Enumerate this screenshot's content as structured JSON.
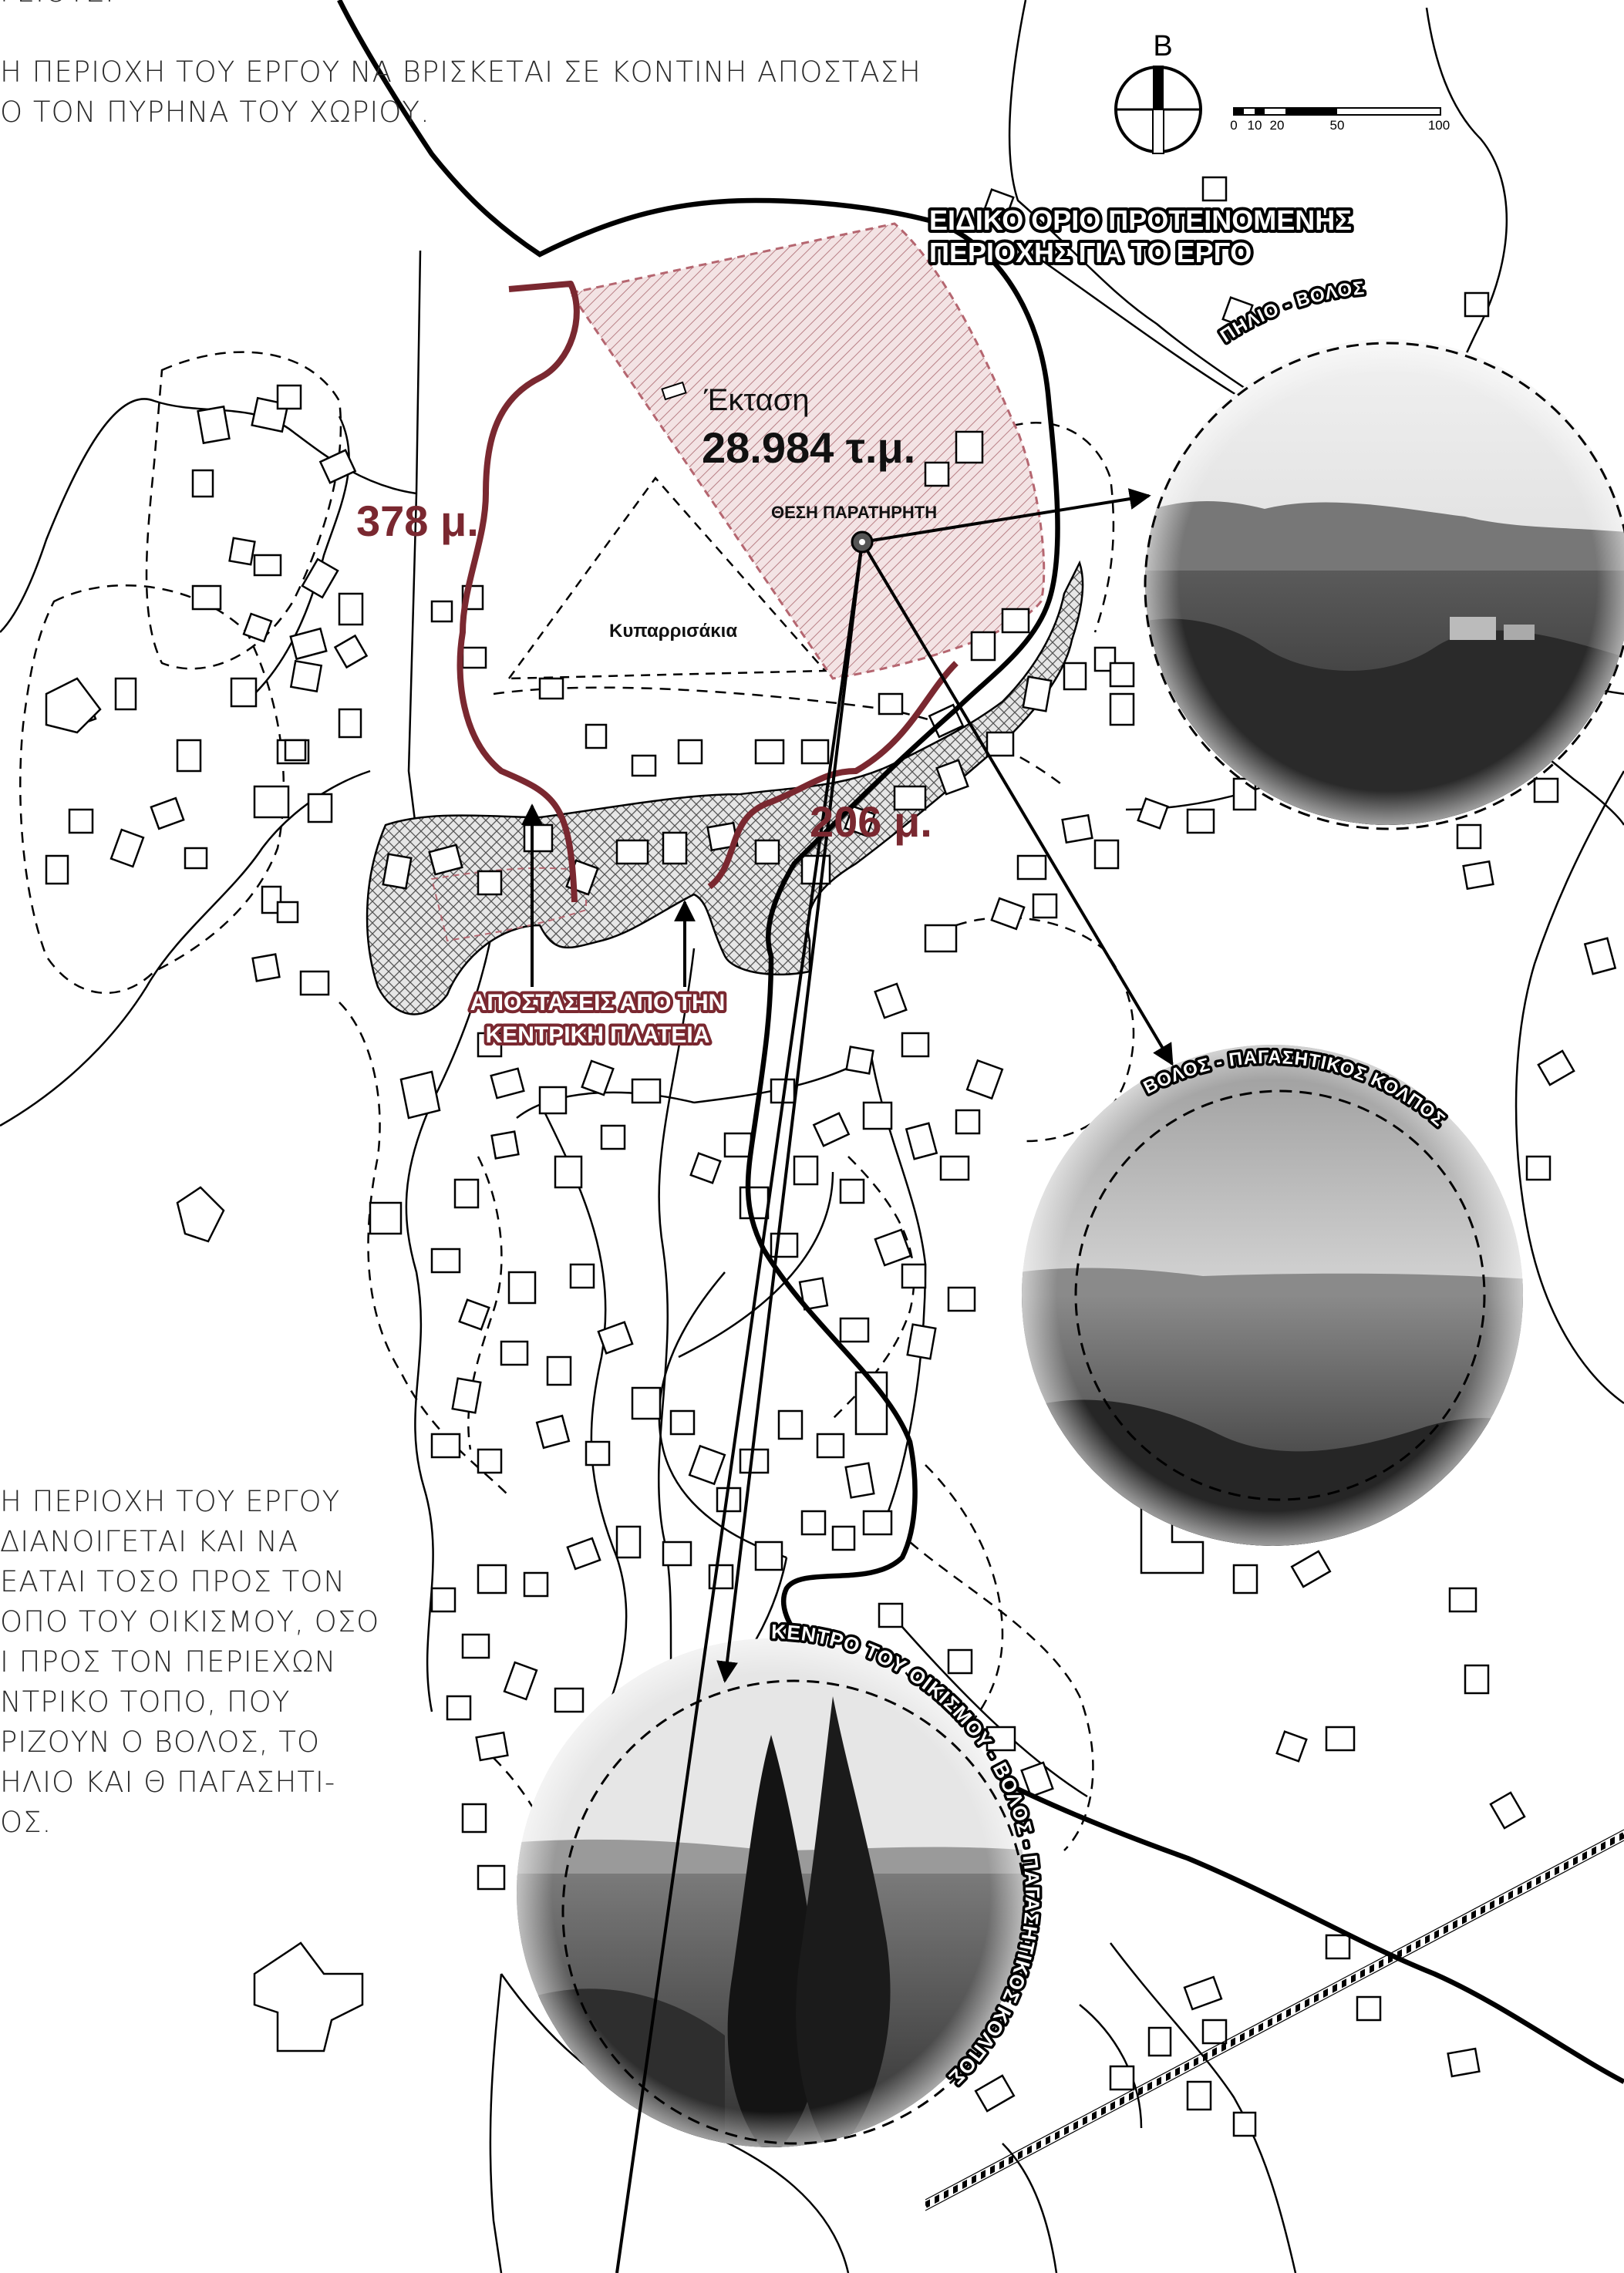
{
  "colors": {
    "accent": "#7a2830",
    "hatch": "#c9a0a4",
    "ink": "#111111",
    "road": "#000000",
    "background": "#ffffff"
  },
  "notes": {
    "top": "ΓΕΙΟΥΣ.\n\nΗ ΠΕΡΙΟΧΗ ΤΟΥ ΕΡΓΟΥ ΝΑ ΒΡΙΣΚΕΤΑΙ ΣΕ ΚΟΝΤΙΝΗ ΑΠΟΣΤΑΣΗ\nΟ ΤΟΝ ΠΥΡΗΝΑ ΤΟΥ ΧΩΡΙΟΥ.",
    "side": "Η ΠΕΡΙΟΧΗ ΤΟΥ ΕΡΓΟΥ\nΔΙΑΝΟΙΓΕΤΑΙ ΚΑΙ ΝΑ\nΕΑΤΑΙ ΤΟΣΟ ΠΡΟΣ ΤΟΝ\nΟΠΟ ΤΟΥ ΟΙΚΙΣΜΟΥ, ΟΣΟ\nΙ ΠΡΟΣ ΤΟΝ ΠΕΡΙΕΧΩΝ\nΝΤΡΙΚΟ ΤΟΠΟ, ΠΟΥ\nΡΙΖΟΥΝ Ο ΒΟΛΟΣ, ΤΟ\nΗΛΙΟ ΚΑΙ Θ ΠΑΓΑΣΗΤΙ-\nΟΣ."
  },
  "north_arrow": {
    "letter": "B"
  },
  "scale_bar": {
    "ticks": [
      "0",
      "10",
      "20",
      "50",
      "100"
    ]
  },
  "labels": {
    "boundary_line1": "ΕΙΔΙΚΟ ΟΡΙΟ ΠΡΟΤΕΙΝΟΜΕΝΗΣ",
    "boundary_line2": "ΠΕΡΙΟΧΗΣ ΓΙΑ ΤΟ ΕΡΓΟ",
    "area_title": "Έκταση",
    "area_value": "28.984 τ.μ.",
    "distance_left": "378 μ.",
    "distance_right": "206 μ.",
    "observation_point": "ΘΕΣΗ ΠΑΡΑΤΗΡΗΤΗ",
    "cypress": "Κυπαρρισάκια",
    "square_line1": "ΑΠΟΣΤΑΣΕΙΣ ΑΠΟ ΤΗΝ",
    "square_line2": "ΚΕΝΤΡΙΚΗ ΠΛΑΤΕΙΑ"
  },
  "views": [
    {
      "label": "ΠΗΛΙΟ - ΒΟΛΟΣ"
    },
    {
      "label": "ΒΟΛΟΣ - ΠΑΓΑΣΗΤΙΚΟΣ ΚΟΛΠΟΣ"
    },
    {
      "label": "ΚΕΝΤΡΟ ΤΟΥ ΟΙΚΙΣΜΟΥ - ΒΟΛΟΣ - ΠΑΓΑΣΗΤΙΚΟΣ ΚΟΛΠΟΣ"
    }
  ]
}
